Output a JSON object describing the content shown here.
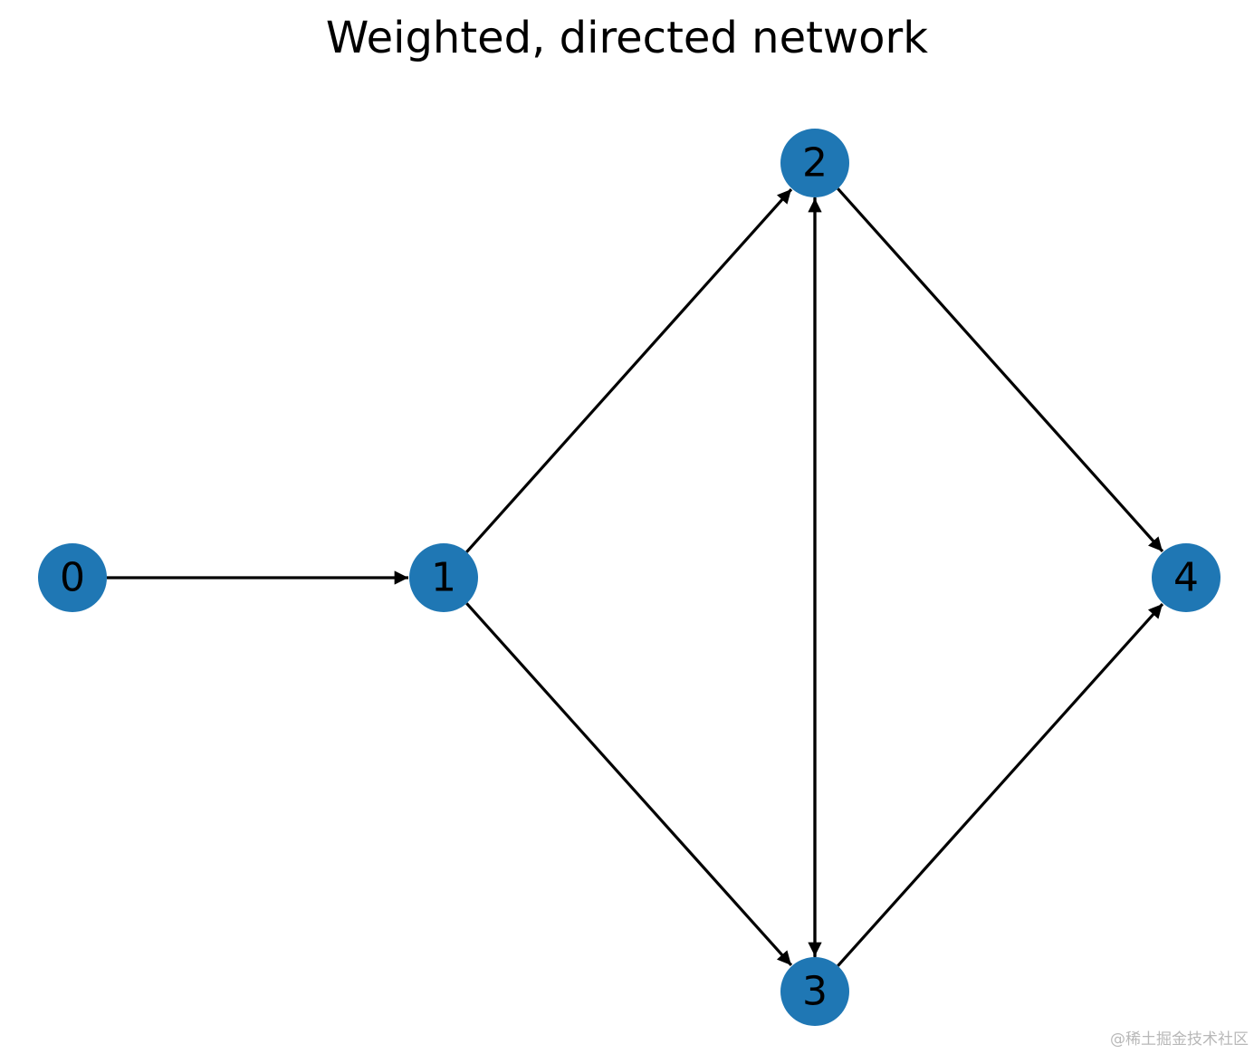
{
  "title": "Weighted, directed network",
  "colors": {
    "node_fill": "#1f77b4",
    "edge": "#000000",
    "label": "#000000"
  },
  "graph": {
    "directed": true,
    "nodes": [
      {
        "id": "0",
        "label": "0"
      },
      {
        "id": "1",
        "label": "1"
      },
      {
        "id": "2",
        "label": "2"
      },
      {
        "id": "3",
        "label": "3"
      },
      {
        "id": "4",
        "label": "4"
      }
    ],
    "edges": [
      {
        "from": "0",
        "to": "1"
      },
      {
        "from": "1",
        "to": "2"
      },
      {
        "from": "1",
        "to": "3"
      },
      {
        "from": "2",
        "to": "3"
      },
      {
        "from": "3",
        "to": "2"
      },
      {
        "from": "2",
        "to": "4"
      },
      {
        "from": "3",
        "to": "4"
      }
    ]
  },
  "watermark": "@稀土掘金技术社区"
}
